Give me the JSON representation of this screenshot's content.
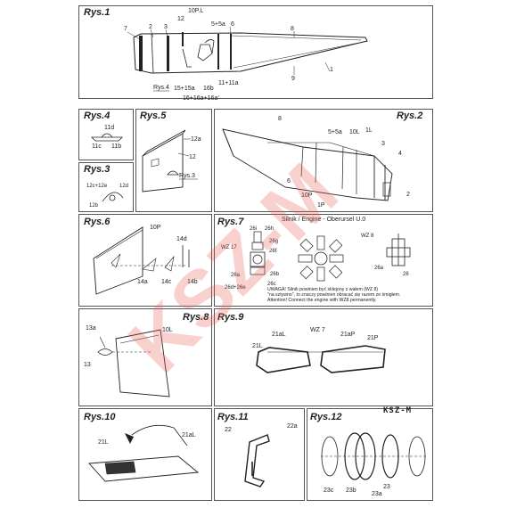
{
  "figures": {
    "rys1": {
      "title": "Rys.1",
      "labels": {
        "n7": "7",
        "n2": "2",
        "n12": "12",
        "n3": "3",
        "n10pl": "10P.L",
        "n5": "5+5a",
        "n6": "6",
        "n8": "8",
        "n1": "1",
        "n9": "9",
        "rys4": "Rys.4",
        "n15": "15+15a",
        "n16b": "16b",
        "n11": "11+11a",
        "n16": "16+16a+16a'"
      }
    },
    "rys4": {
      "title": "Rys.4",
      "labels": {
        "a": "11d",
        "b": "11c",
        "c": "11b"
      }
    },
    "rys5": {
      "title": "Rys.5",
      "labels": {
        "a": "12a",
        "b": "12",
        "c": "Rys.3"
      }
    },
    "rys2": {
      "title": "Rys.2",
      "labels": {
        "n8": "8",
        "n55": "5+5a",
        "n10l": "10L",
        "n1l": "1L",
        "n3": "3",
        "n4": "4",
        "n6": "6",
        "n10p": "10P",
        "n1p": "1P",
        "n2": "2"
      }
    },
    "rys3": {
      "title": "Rys.3",
      "labels": {
        "a": "12c+12e",
        "b": "12d",
        "c": "12b"
      }
    },
    "rys6": {
      "title": "Rys.6",
      "labels": {
        "a": "10P",
        "b": "14d",
        "c": "14a",
        "d": "14c",
        "e": "14b"
      }
    },
    "rys7": {
      "title": "Rys.7",
      "subtitle": "Silnik / Engine - Oberursel U.0",
      "labels": {
        "a": "26i",
        "b": "26h",
        "c": "26g",
        "d": "WZ 17",
        "e": "26f",
        "f": "WZ 8",
        "g": "26a",
        "h": "26b",
        "i": "26d+26e",
        "j": "26c",
        "k": "26a",
        "l": "26"
      },
      "note": [
        "UWAGA! Silnik powinien być sklejony z wałem (WZ 8)",
        "\"na sztywno\", to znaczy powinien obracać się razem ze śmigłem.",
        "Attention! Connect the engine with WZ8 permanently."
      ]
    },
    "rys8": {
      "title": "Rys.8",
      "labels": {
        "a": "13a",
        "b": "10L",
        "c": "13"
      }
    },
    "rys9": {
      "title": "Rys.9",
      "labels": {
        "a": "WZ 7",
        "b": "21aL",
        "c": "21aP",
        "d": "21L",
        "e": "21P"
      }
    },
    "rys10": {
      "title": "Rys.10",
      "labels": {
        "a": "21aL",
        "b": "21L"
      }
    },
    "rys11": {
      "title": "Rys.11",
      "labels": {
        "a": "22",
        "b": "22a"
      }
    },
    "rys12": {
      "title": "Rys.12",
      "labels": {
        "a": "23c",
        "b": "23b",
        "c": "23a",
        "d": "23"
      },
      "logo": "KSZ-M"
    }
  },
  "watermark": "KSZ-M"
}
